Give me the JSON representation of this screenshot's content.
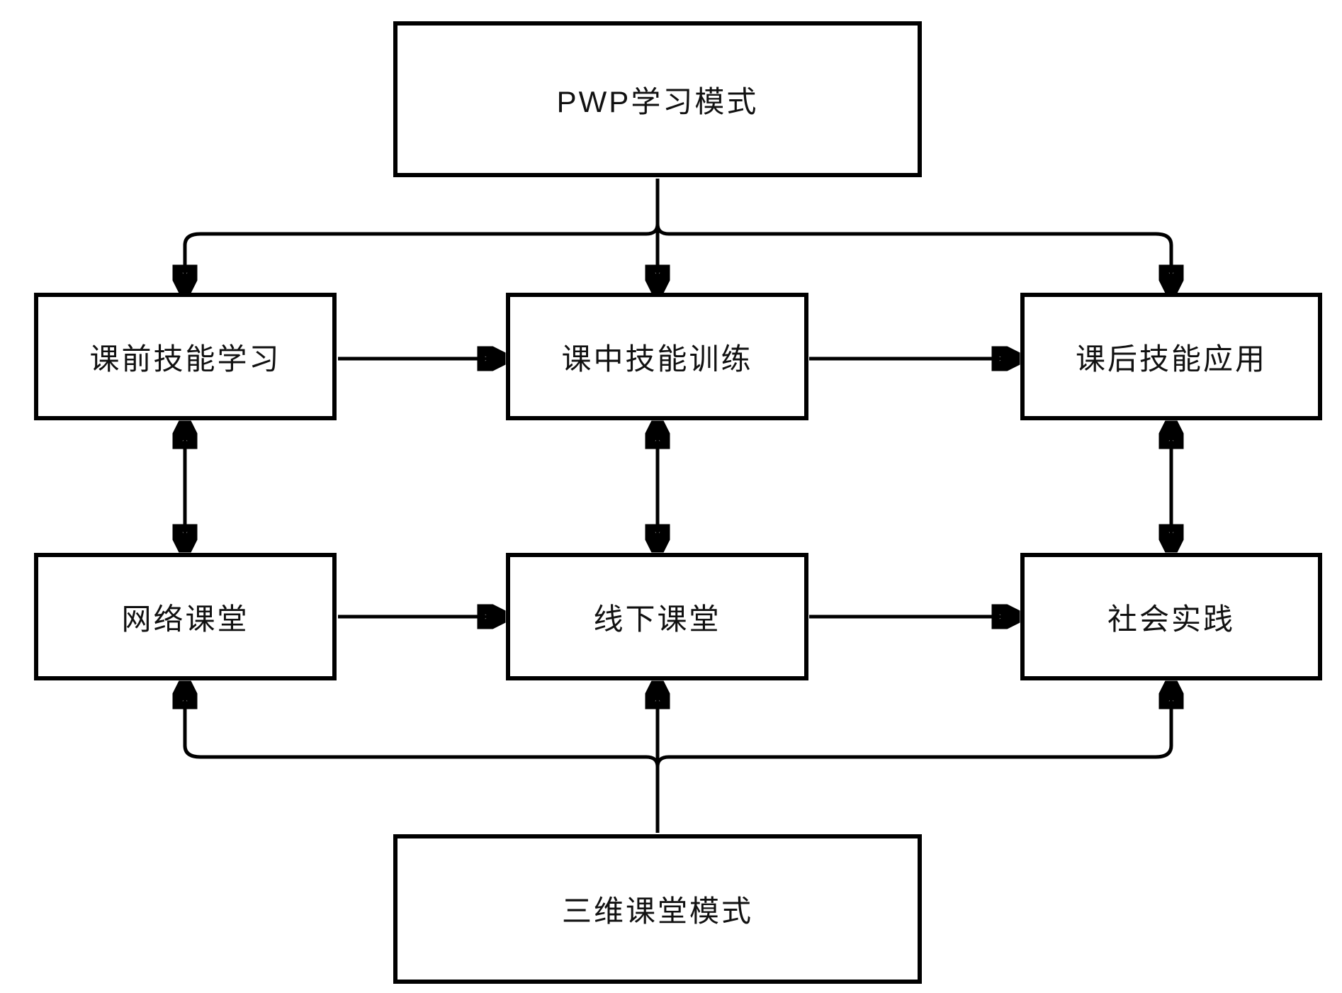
{
  "diagram": {
    "nodes": {
      "top": {
        "label": "PWP学习模式"
      },
      "row1": [
        {
          "label": "课前技能学习"
        },
        {
          "label": "课中技能训练"
        },
        {
          "label": "课后技能应用"
        }
      ],
      "row2": [
        {
          "label": "网络课堂"
        },
        {
          "label": "线下课堂"
        },
        {
          "label": "社会实践"
        }
      ],
      "bottom": {
        "label": "三维课堂模式"
      }
    },
    "edges": [
      {
        "from": "PWP学习模式",
        "to": "课前技能学习",
        "type": "arrow"
      },
      {
        "from": "PWP学习模式",
        "to": "课中技能训练",
        "type": "arrow"
      },
      {
        "from": "PWP学习模式",
        "to": "课后技能应用",
        "type": "arrow"
      },
      {
        "from": "课前技能学习",
        "to": "课中技能训练",
        "type": "arrow"
      },
      {
        "from": "课中技能训练",
        "to": "课后技能应用",
        "type": "arrow"
      },
      {
        "from": "课前技能学习",
        "to": "网络课堂",
        "type": "double-arrow"
      },
      {
        "from": "课中技能训练",
        "to": "线下课堂",
        "type": "double-arrow"
      },
      {
        "from": "课后技能应用",
        "to": "社会实践",
        "type": "double-arrow"
      },
      {
        "from": "网络课堂",
        "to": "线下课堂",
        "type": "arrow"
      },
      {
        "from": "线下课堂",
        "to": "社会实践",
        "type": "arrow"
      },
      {
        "from": "三维课堂模式",
        "to": "网络课堂",
        "type": "arrow"
      },
      {
        "from": "三维课堂模式",
        "to": "线下课堂",
        "type": "arrow"
      },
      {
        "from": "三维课堂模式",
        "to": "社会实践",
        "type": "arrow"
      }
    ],
    "colors": {
      "line": "#000000",
      "box_border": "#000000",
      "background": "#ffffff",
      "text": "#111111"
    }
  }
}
